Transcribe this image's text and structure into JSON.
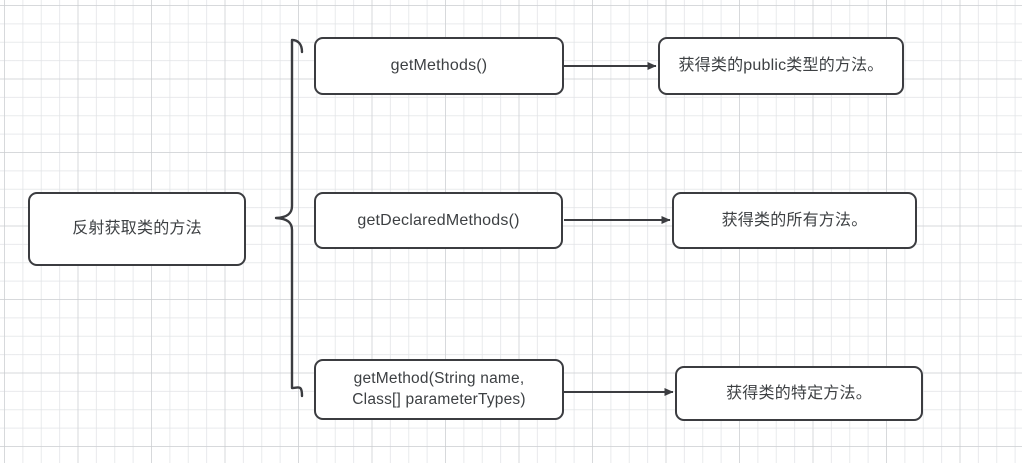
{
  "diagram": {
    "title_node": {
      "id": "root",
      "label": "反射获取类的方法"
    },
    "brace": {
      "icon": "left-curly-brace",
      "color": "#3b3c40"
    },
    "branches": [
      {
        "method": {
          "id": "m1",
          "label": "getMethods()"
        },
        "arrow": {
          "icon": "arrow-right-icon",
          "color": "#3b3c40"
        },
        "description": {
          "id": "d1",
          "label": "获得类的public类型的方法。"
        }
      },
      {
        "method": {
          "id": "m2",
          "label": "getDeclaredMethods()"
        },
        "arrow": {
          "icon": "arrow-right-icon",
          "color": "#3b3c40"
        },
        "description": {
          "id": "d2",
          "label": "获得类的所有方法。"
        }
      },
      {
        "method": {
          "id": "m3",
          "label": "getMethod(String name,\nClass[] parameterTypes)"
        },
        "arrow": {
          "icon": "arrow-right-icon",
          "color": "#3b3c40"
        },
        "description": {
          "id": "d3",
          "label": "获得类的特定方法。"
        }
      }
    ],
    "style": {
      "node_border_color": "#3b3c40",
      "node_fill_color": "#ffffff",
      "text_color": "#3d4043",
      "grid_minor_color": "#e1e3e6",
      "grid_major_color": "#c8cace",
      "canvas_background": "#ffffff"
    }
  }
}
